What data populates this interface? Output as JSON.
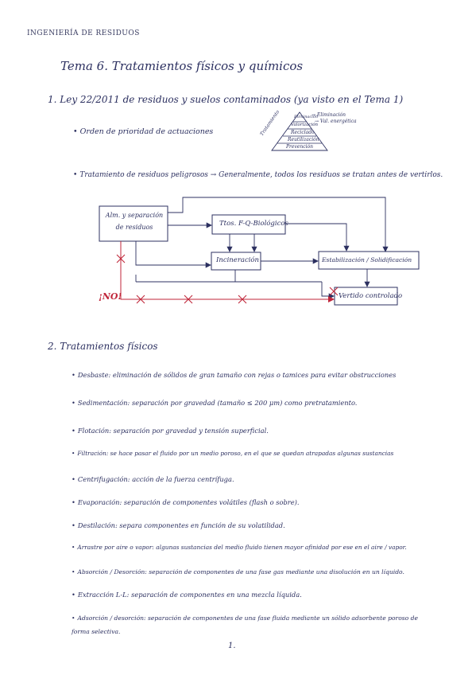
{
  "header": "INGENIERÍA DE RESIDUOS",
  "title": "Tema 6. Tratamientos físicos y químicos",
  "section1": {
    "heading": "1. Ley 22/2011 de residuos y suelos contaminados (ya visto en el Tema 1)",
    "bullet_priority": "Orden de prioridad de actuaciones",
    "pyramid": {
      "levels": [
        "Prevención",
        "Reutilización",
        "Reciclado",
        "Valorización",
        "Eliminación"
      ],
      "side_label": "Tratamiento",
      "top_note_1": "→ Eliminación",
      "top_note_2": "→ Val. energética"
    },
    "bullet_hazardous": "Tratamiento de residuos peligrosos → Generalmente, todos los residuos se tratan antes de vertirlos."
  },
  "diagram": {
    "box_collection": "Alm. y separación de residuos",
    "box_ttos": "Ttos. F-Q-Biológicos",
    "box_incineration": "Incineración",
    "box_stabilization": "Estabilización / Solidificación",
    "box_landfill": "Vertido controlado",
    "forbidden_label": "¡NO!"
  },
  "section2": {
    "heading": "2. Tratamientos físicos",
    "items": [
      "Desbaste: eliminación de sólidos de gran tamaño con rejas o tamices para evitar obstrucciones",
      "Sedimentación: separación por gravedad (tamaño ≤ 200 μm) como pretratamiento.",
      "Flotación: separación por gravedad y tensión superficial.",
      "Filtración: se hace pasar el fluido por un medio poroso, en el que se quedan atrapadas algunas sustancias",
      "Centrifugación: acción de la fuerza centrífuga.",
      "Evaporación: separación de componentes volátiles (flash o sobre).",
      "Destilación: separa componentes en función de su volatilidad.",
      "Arrastre por aire o vapor: algunas sustancias del medio fluido tienen mayor afinidad por ese en el aire / vapor.",
      "Absorción / Desorción: separación de componentes de una fase gas mediante una disolución en un líquido.",
      "Extracción L-L: separación de componentes en una mezcla líquida.",
      "Adsorción / desorción: separación de componentes de una fase fluida mediante un sólido adsorbente poroso de forma selectiva."
    ]
  },
  "page_number": "1.",
  "colors": {
    "ink": "#2c3060",
    "red": "#c0263a"
  }
}
